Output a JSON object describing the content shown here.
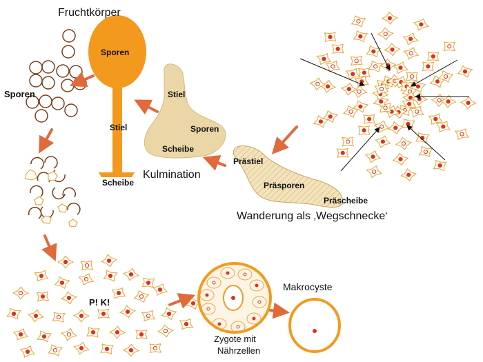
{
  "labels": {
    "fruiting_body": "Fruchtkörper",
    "spores_in_head": "Sporen",
    "stalk": "Stiel",
    "base_disc": "Scheibe",
    "spores_left": "Sporen",
    "culmination": "Kulmination",
    "cul_stalk": "Stiel",
    "cul_spores": "Sporen",
    "cul_disc": "Scheibe",
    "prestalk": "Prästiel",
    "prespores": "Präsporen",
    "predisc": "Präscheibe",
    "migration": "Wanderung als ‚Wegschnecke‘",
    "pk": "P! K!",
    "zygote": "Zygote mit",
    "nurse_cells": "Nährzellen",
    "macrocyst": "Makrocyste"
  },
  "colors": {
    "orange": "#f39a1e",
    "arrow": "#e06a3a",
    "brown": "#7a3b1a",
    "sand": "#ead6a6",
    "red_dot": "#e0301e",
    "cell_outline": "#e8a93c",
    "aggregation_arrow": "#111111"
  }
}
